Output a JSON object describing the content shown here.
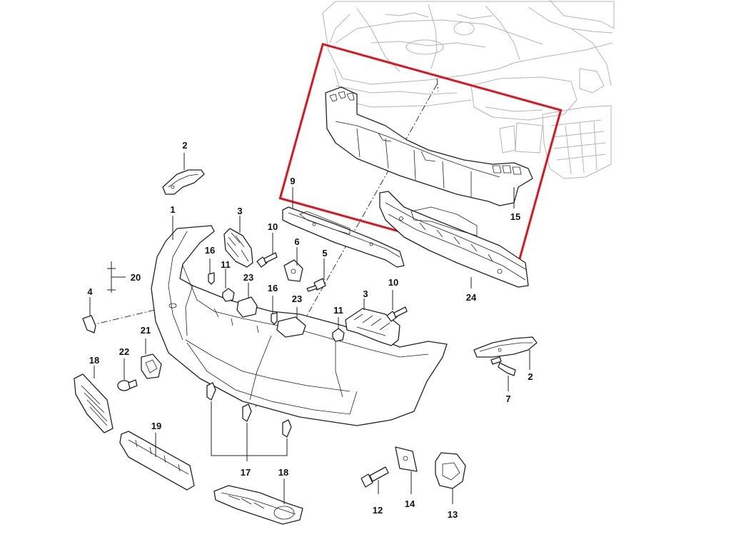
{
  "callouts": {
    "n1": "1",
    "n2a": "2",
    "n2b": "2",
    "n3a": "3",
    "n3b": "3",
    "n4": "4",
    "n5": "5",
    "n6": "6",
    "n7": "7",
    "n9": "9",
    "n10a": "10",
    "n10b": "10",
    "n11a": "11",
    "n11b": "11",
    "n12": "12",
    "n13": "13",
    "n14": "14",
    "n15": "15",
    "n16a": "16",
    "n16b": "16",
    "n17": "17",
    "n18a": "18",
    "n18b": "18",
    "n19": "19",
    "n20": "20",
    "n21": "21",
    "n22": "22",
    "n23a": "23",
    "n23b": "23",
    "n24": "24"
  },
  "highlight": {
    "part": "15",
    "color": "#e0141e"
  },
  "colors": {
    "ink": "#222222",
    "ghost": "#b4b4b4",
    "background": "#ffffff"
  }
}
